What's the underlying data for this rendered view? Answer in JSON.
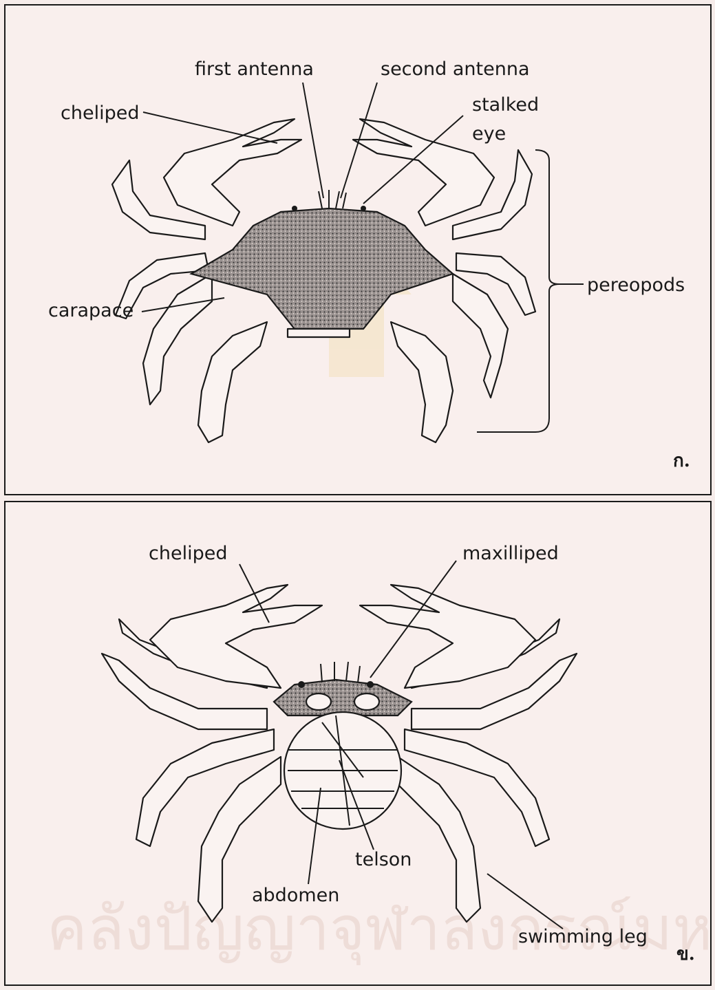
{
  "panel_a": {
    "labels": {
      "first_antenna": "first antenna",
      "second_antenna": "second antenna",
      "cheliped": "cheliped",
      "stalked": "stalked",
      "eye": "eye",
      "pereopods": "pereopods",
      "carapace": "carapace"
    },
    "tag": "ก."
  },
  "panel_b": {
    "labels": {
      "cheliped": "cheliped",
      "maxilliped": "maxilliped",
      "telson": "telson",
      "abdomen": "abdomen",
      "swimming_leg": "swimming leg"
    },
    "tag": "ข."
  },
  "watermark": "คลังปัญญาจุฬาลงกรณ์มหาวิทยาลัย",
  "colors": {
    "ink": "#1a1a1a",
    "paper": "#f9efed"
  }
}
